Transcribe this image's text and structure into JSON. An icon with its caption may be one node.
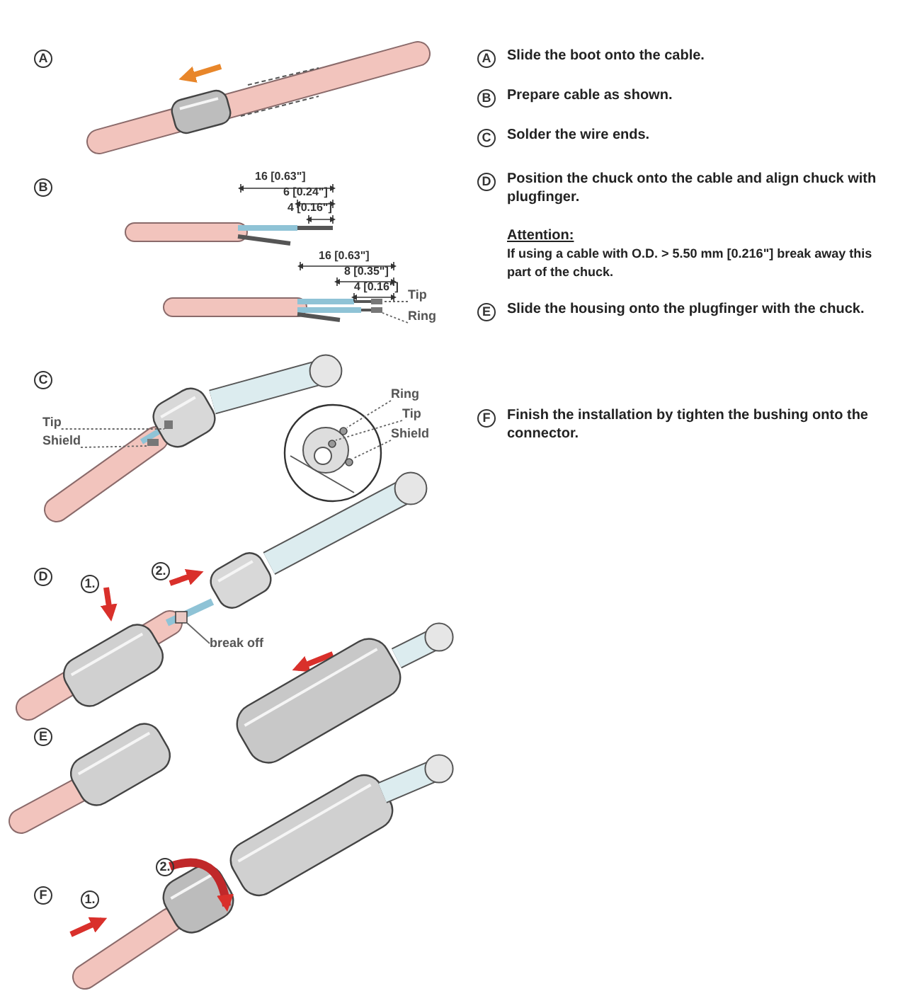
{
  "diagram": {
    "nodes": [
      {
        "text": [
          "Tip"
        ]
      },
      {
        "text": [
          "Ring"
        ]
      },
      {
        "text": [
          "Tip"
        ]
      },
      {
        "text": [
          "Shield"
        ]
      },
      {
        "text": [
          "Ring"
        ]
      },
      {
        "text": [
          "Tip"
        ]
      },
      {
        "text": [
          "Shield"
        ]
      },
      {
        "text": [
          "break off"
        ]
      },
      {
        "text": [],
        "shape": "bar"
      },
      {
        "text": [],
        "shape": "bar"
      },
      {
        "text": [],
        "shape": "bar"
      },
      {
        "text": [],
        "shape": "bar"
      },
      {
        "text": [],
        "shape": "circle"
      },
      {
        "text": [],
        "shape": "circle"
      },
      {
        "text": [],
        "shape": "circle"
      },
      {
        "text": [],
        "shape": "box"
      }
    ],
    "edges": [
      {
        "from": 0,
        "to": 8,
        "arrow": "none",
        "style": "dashed"
      },
      {
        "from": 1,
        "to": 9,
        "arrow": "none",
        "style": "dashed"
      },
      {
        "from": 2,
        "to": 10,
        "arrow": "none",
        "style": "dashed"
      },
      {
        "from": 3,
        "to": 11,
        "arrow": "none",
        "style": "dashed"
      },
      {
        "from": 4,
        "to": 12,
        "arrow": "none",
        "style": "dashed"
      },
      {
        "from": 5,
        "to": 13,
        "arrow": "none",
        "style": "dashed"
      },
      {
        "from": 6,
        "to": 14,
        "arrow": "none",
        "style": "dashed"
      },
      {
        "from": 7,
        "to": 15,
        "arrow": "none"
      }
    ],
    "labels": [
      "A",
      "B",
      "16 [0.63\"]",
      "6 [0.24\"]",
      "4 [0.16\"]",
      "16 [0.63\"]",
      "8 [0.35\"]",
      "4 [0.16\"]",
      "C",
      "D",
      "1.",
      "2.",
      "E",
      "F",
      "1.",
      "2.",
      "A",
      "Slide the boot onto the cable.",
      "B",
      "Prepare cable as shown.",
      "C",
      "Solder the wire ends.",
      "D",
      "Position the chuck onto the cable and align chuck with plugfinger.",
      "Attention:",
      "If using a cable with O.D. > 5.50 mm [0.216\"] break away this part of the chuck.",
      "E",
      "Slide the housing onto the plugfinger with the chuck.",
      "F",
      "Finish the installation by tighten the bushing onto the connector."
    ]
  }
}
